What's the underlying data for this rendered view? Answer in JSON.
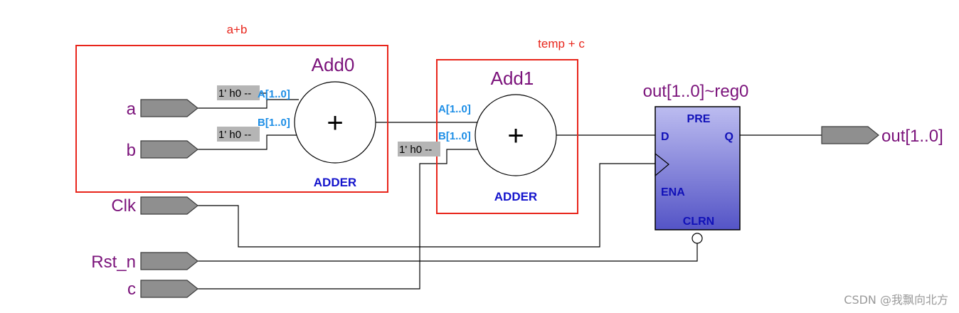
{
  "annotations": {
    "group_1_label": "a+b",
    "group_2_label": "temp + c"
  },
  "inputs": {
    "a": "a",
    "b": "b",
    "clk": "Clk",
    "rst_n": "Rst_n",
    "c": "c"
  },
  "adders": [
    {
      "name": "Add0",
      "type": "ADDER",
      "operator": "+",
      "port_a": "A[1..0]",
      "port_b": "B[1..0]",
      "const_a": "1' h0 --",
      "const_b": "1' h0 --"
    },
    {
      "name": "Add1",
      "type": "ADDER",
      "operator": "+",
      "port_a": "A[1..0]",
      "port_b": "B[1..0]",
      "const_b": "1' h0 --"
    }
  ],
  "register": {
    "name": "out[1..0]~reg0",
    "pre": "PRE",
    "d": "D",
    "q": "Q",
    "ena": "ENA",
    "clrn": "CLRN"
  },
  "output": {
    "name": "out[1..0]"
  },
  "watermark": "CSDN @我飘向北方",
  "colors": {
    "signal_label": "#7b137b",
    "group_box": "#e8251b",
    "port_label": "#1d8ee6",
    "adder_type": "#1414cc",
    "register_fill_top": "#bcbcf0",
    "register_fill_bottom": "#5454c6",
    "pin_fill": "#8f8f8f",
    "const_fill": "#b5b5b5"
  }
}
